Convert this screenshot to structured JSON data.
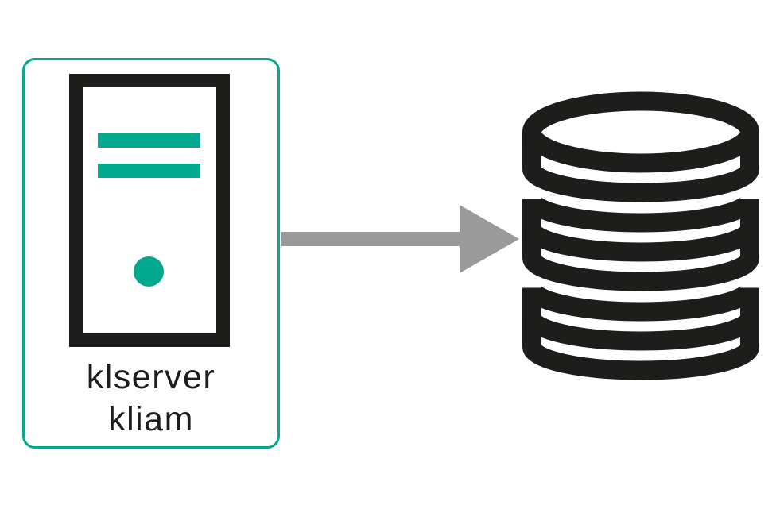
{
  "colors": {
    "teal": "#00a88e",
    "ink": "#1d1d1b",
    "gray": "#9a9a9a",
    "background": "#ffffff"
  },
  "server_node": {
    "label_line1": "klserver",
    "label_line2": "kliam",
    "icon": "tower-server-icon"
  },
  "connector": {
    "type": "arrow",
    "direction": "right",
    "from": "server_node",
    "to": "database_node"
  },
  "database_node": {
    "icon": "database-icon",
    "disk_count": 3
  }
}
